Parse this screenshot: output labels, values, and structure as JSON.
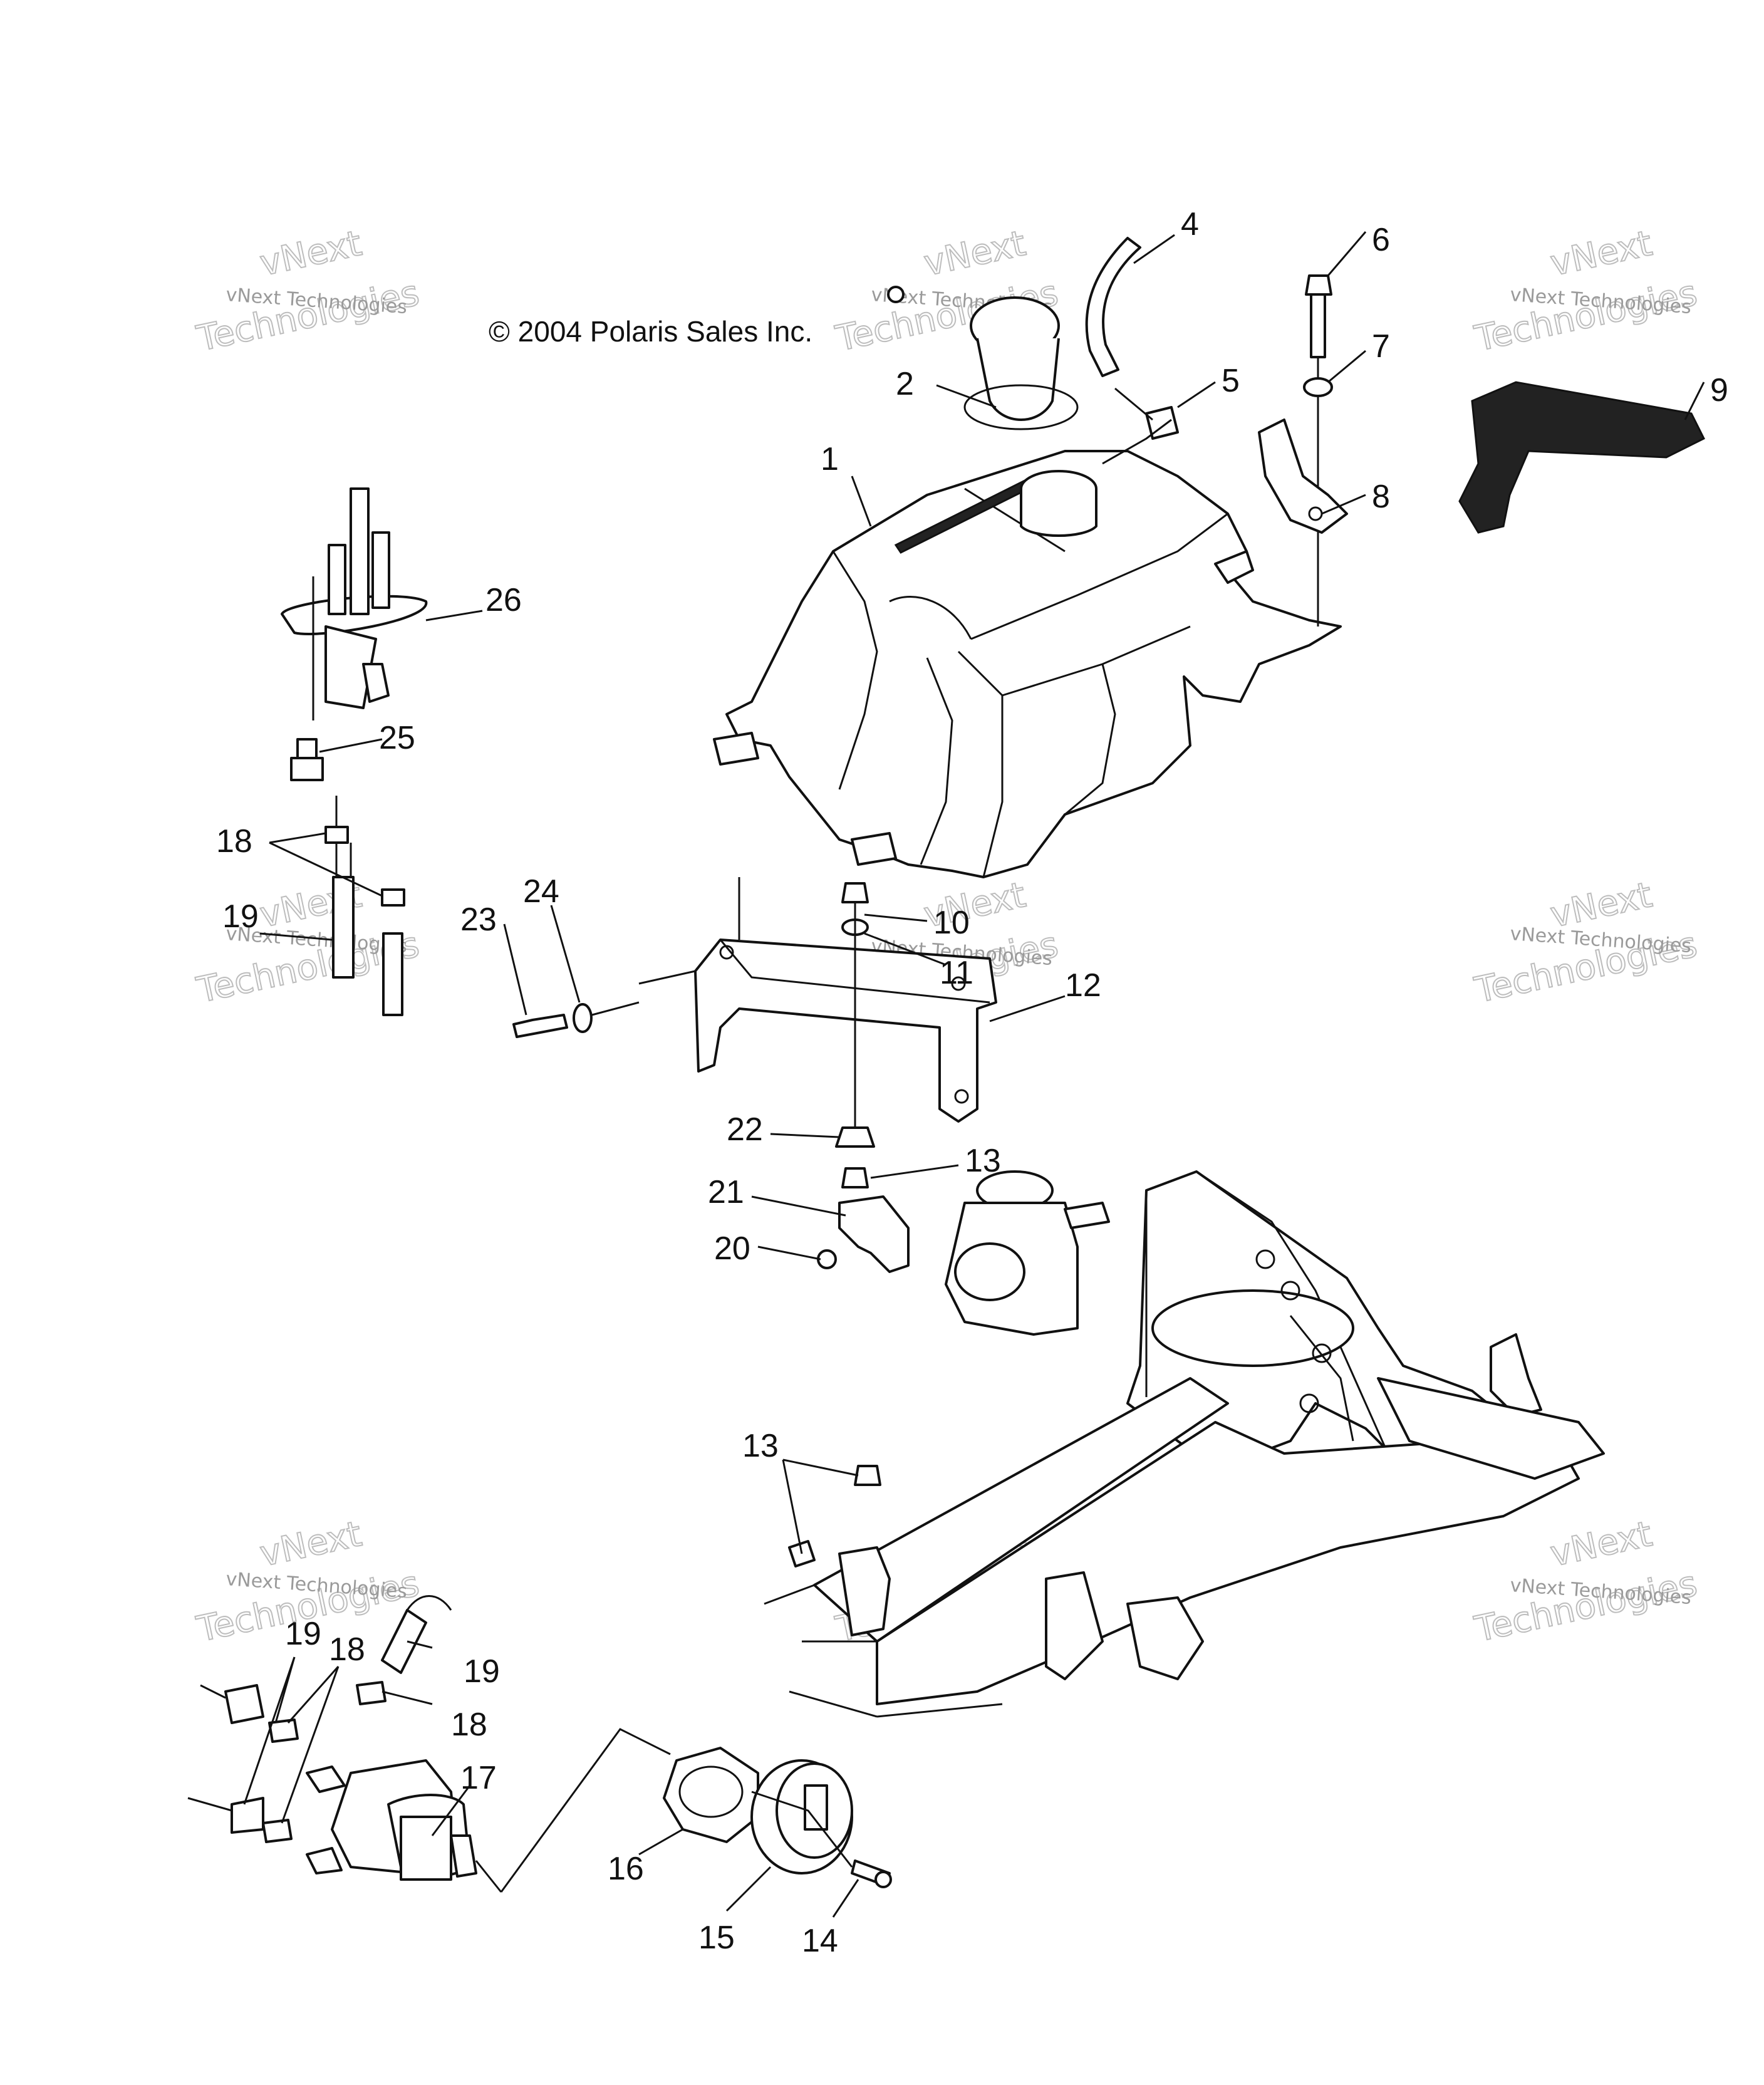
{
  "copyright": "© 2004 Polaris Sales Inc.",
  "watermark": {
    "line1": "vNext Technologies",
    "line2": "vNext",
    "line3": "Technologies"
  },
  "callouts": {
    "c1": "1",
    "c2": "2",
    "c4": "4",
    "c5": "5",
    "c6": "6",
    "c7": "7",
    "c8": "8",
    "c9": "9",
    "c10": "10",
    "c11": "11",
    "c12": "12",
    "c13a": "13",
    "c13b": "13",
    "c14": "14",
    "c15": "15",
    "c16": "16",
    "c17": "17",
    "c18a": "18",
    "c18b": "18",
    "c18c": "18",
    "c19a": "19",
    "c19b": "19",
    "c19c": "19",
    "c20": "20",
    "c21": "21",
    "c22": "22",
    "c23": "23",
    "c24": "24",
    "c25": "25",
    "c26": "26"
  },
  "colors": {
    "ink": "#111111",
    "watermark": "#bdbdbd",
    "background": "#ffffff"
  }
}
